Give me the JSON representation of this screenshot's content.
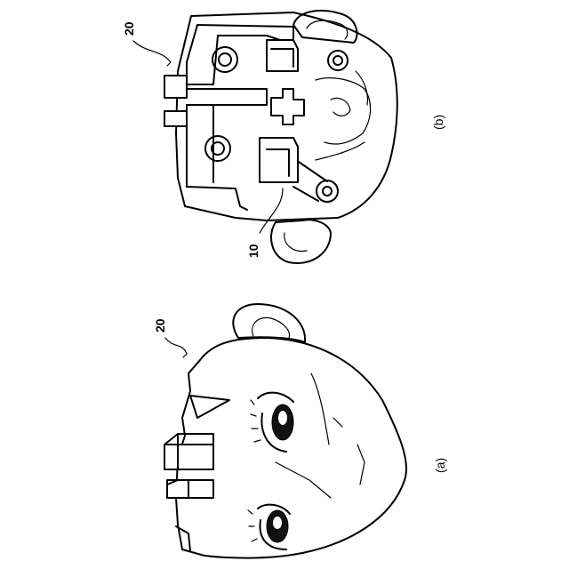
{
  "labels": {
    "part_20_a": "20",
    "caption_a": "(a)",
    "part_20_b": "20",
    "part_10_b": "10",
    "caption_b": "(b)"
  }
}
